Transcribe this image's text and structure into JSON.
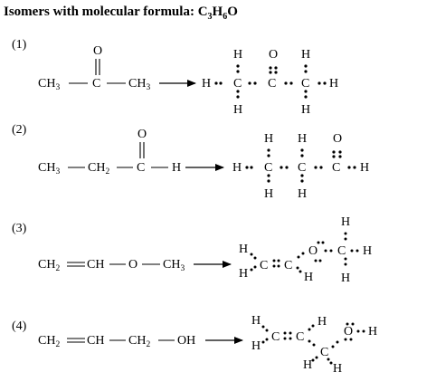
{
  "title": {
    "prefix": "Isomers with molecular formula: C",
    "c_sub": "3",
    "h": "H",
    "h_sub": "6",
    "o": "O"
  },
  "isomers": [
    {
      "number": "(1)",
      "structural": {
        "ch3_left": "CH",
        "ch3_left_sub": "3",
        "carbonyl_c": "C",
        "carbonyl_o": "O",
        "ch3_right": "CH",
        "ch3_right_sub": "3"
      },
      "lewis": {
        "h_left": "H",
        "c1": "C",
        "c1_h_top": "H",
        "c1_h_bottom": "H",
        "c2": "C",
        "o": "O",
        "c3": "C",
        "c3_h_top": "H",
        "c3_h_bottom": "H",
        "h_right": "H"
      }
    },
    {
      "number": "(2)",
      "structural": {
        "ch3": "CH",
        "ch3_sub": "3",
        "ch2": "CH",
        "ch2_sub": "2",
        "carbonyl_c": "C",
        "carbonyl_o": "O",
        "h": "H"
      },
      "lewis": {
        "h_left": "H",
        "c1": "C",
        "c1_h_top": "H",
        "c1_h_bottom": "H",
        "c2": "C",
        "c2_h_top": "H",
        "c2_h_bottom": "H",
        "c3": "C",
        "o": "O",
        "h_right": "H"
      }
    },
    {
      "number": "(3)",
      "structural": {
        "ch2": "CH",
        "ch2_sub": "2",
        "ch": "CH",
        "o": "O",
        "ch3": "CH",
        "ch3_sub": "3"
      },
      "lewis": {
        "h_top_left": "H",
        "h_bottom_left": "H",
        "c1": "C",
        "c2": "C",
        "h_c2": "H",
        "o": "O",
        "c3": "C",
        "c3_h_top": "H",
        "c3_h_right": "H",
        "c3_h_bottom": "H"
      }
    },
    {
      "number": "(4)",
      "structural": {
        "ch2": "CH",
        "ch2_sub": "2",
        "ch": "CH",
        "ch2b": "CH",
        "ch2b_sub": "2",
        "oh": "OH"
      },
      "lewis": {
        "h_top_left": "H",
        "h_bottom_left": "H",
        "c1": "C",
        "c2": "C",
        "h_c2": "H",
        "c3": "C",
        "c3_h_left": "H",
        "c3_h_bottom": "H",
        "o": "O",
        "h_right": "H"
      }
    }
  ]
}
